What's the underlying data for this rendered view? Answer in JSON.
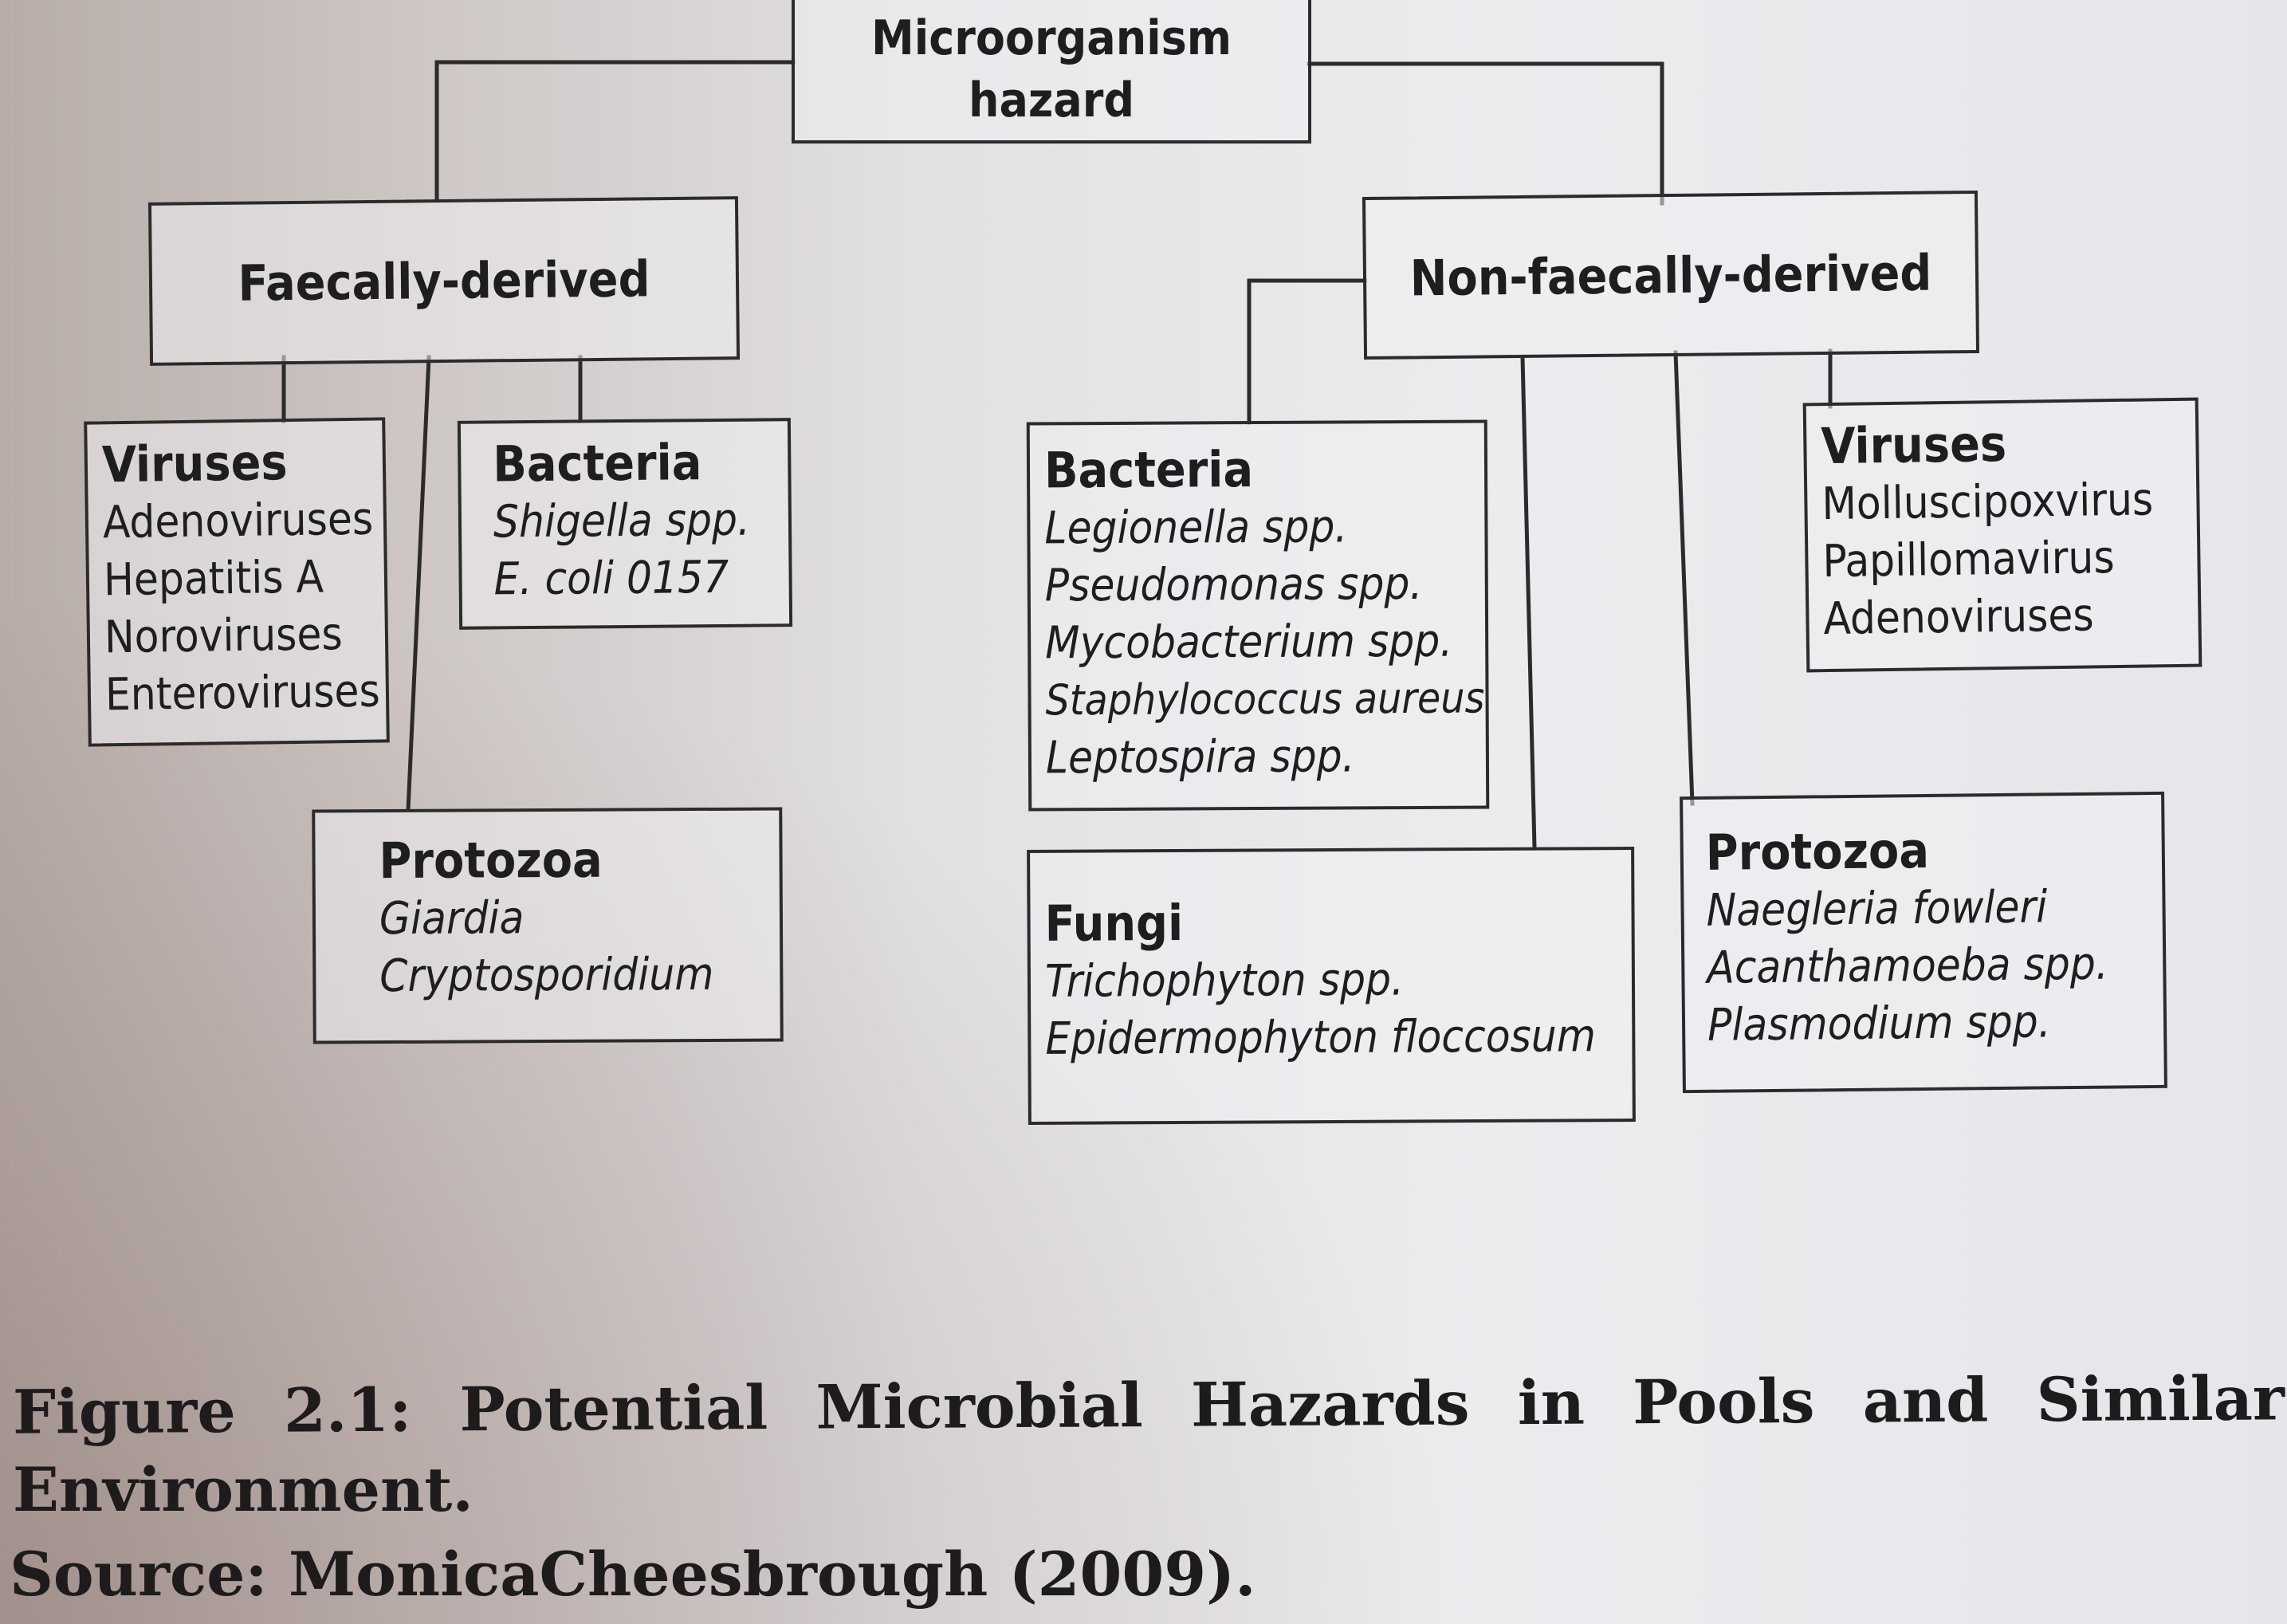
{
  "diagram": {
    "root": {
      "line1": "Microorganism",
      "line2": "hazard"
    },
    "faecal": {
      "label": "Faecally-derived",
      "viruses": {
        "title": "Viruses",
        "items": [
          "Adenoviruses",
          "Hepatitis A",
          "Noroviruses",
          "Enteroviruses"
        ]
      },
      "bacteria": {
        "title": "Bacteria",
        "items": [
          "Shigella spp.",
          "E. coli 0157"
        ]
      },
      "protozoa": {
        "title": "Protozoa",
        "items": [
          "Giardia",
          "Cryptosporidium"
        ]
      }
    },
    "nonfaecal": {
      "label": "Non-faecally-derived",
      "bacteria": {
        "title": "Bacteria",
        "items": [
          "Legionella spp.",
          "Pseudomonas spp.",
          "Mycobacterium spp.",
          "Staphylococcus aureus",
          "Leptospira spp."
        ]
      },
      "viruses": {
        "title": "Viruses",
        "items": [
          "Molluscipoxvirus",
          "Papillomavirus",
          "Adenoviruses"
        ]
      },
      "fungi": {
        "title": "Fungi",
        "items": [
          "Trichophyton spp.",
          "Epidermophyton floccosum"
        ]
      },
      "protozoa": {
        "title": "Protozoa",
        "items": [
          "Naegleria fowleri",
          "Acanthamoeba spp.",
          "Plasmodium spp."
        ]
      }
    }
  },
  "caption": {
    "line1_words": [
      "Figure",
      "2.1:",
      "Potential",
      "Microbial",
      "Hazards",
      "in",
      "Pools",
      "and",
      "Similar"
    ],
    "line2": "Environment.",
    "source": "Source: MonicaCheesbrough (2009)."
  }
}
